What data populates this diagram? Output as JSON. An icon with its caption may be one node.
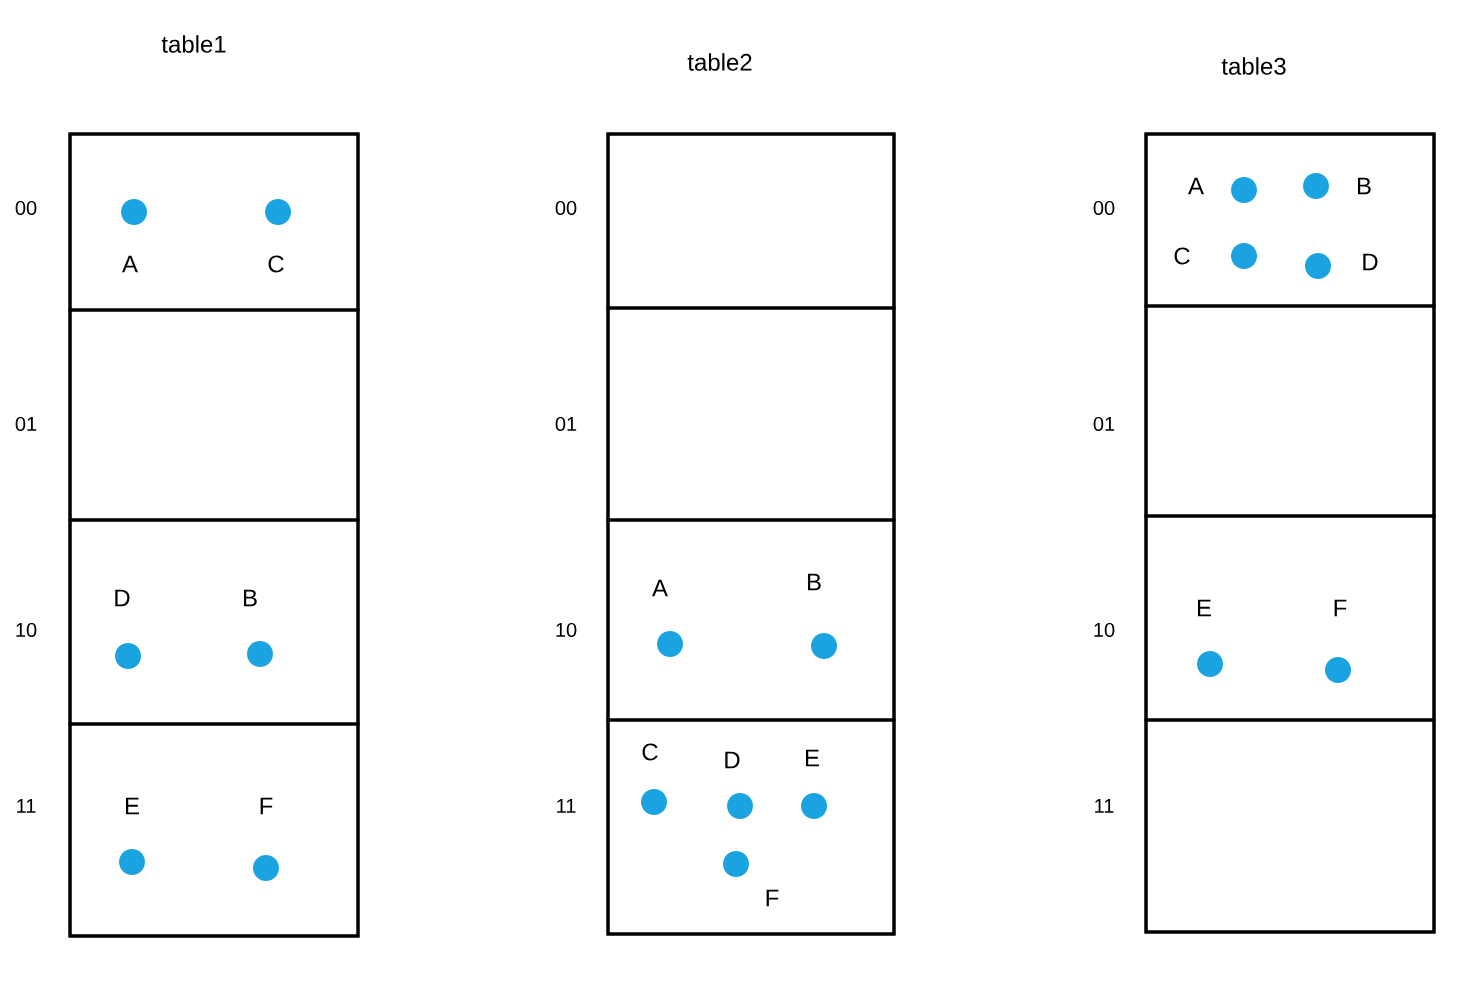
{
  "diagram": {
    "nodes": [
      {
        "text": [
          "table1"
        ]
      },
      {
        "text": [
          "A",
          "C"
        ],
        "in": 0
      },
      {
        "text": [],
        "shape": "box",
        "in": 0
      },
      {
        "text": [
          "D",
          "B"
        ],
        "in": 0
      },
      {
        "text": [
          "E",
          "F"
        ],
        "in": 0
      },
      {
        "text": [
          "table2"
        ]
      },
      {
        "text": [],
        "shape": "box",
        "in": 5
      },
      {
        "text": [],
        "shape": "box",
        "in": 5
      },
      {
        "text": [
          "A",
          "B"
        ],
        "in": 5
      },
      {
        "text": [
          "C",
          "D",
          "E",
          "F"
        ],
        "in": 5
      },
      {
        "text": [
          "table3"
        ]
      },
      {
        "text": [
          "A",
          "B",
          "C",
          "D"
        ],
        "in": 10
      },
      {
        "text": [],
        "shape": "box",
        "in": 10
      },
      {
        "text": [
          "E",
          "F"
        ],
        "in": 10
      },
      {
        "text": [],
        "shape": "box",
        "in": 10
      }
    ],
    "edges": [],
    "labels": [
      "00",
      "01",
      "10",
      "11",
      "00",
      "01",
      "10",
      "11",
      "00",
      "01",
      "10",
      "11"
    ]
  }
}
